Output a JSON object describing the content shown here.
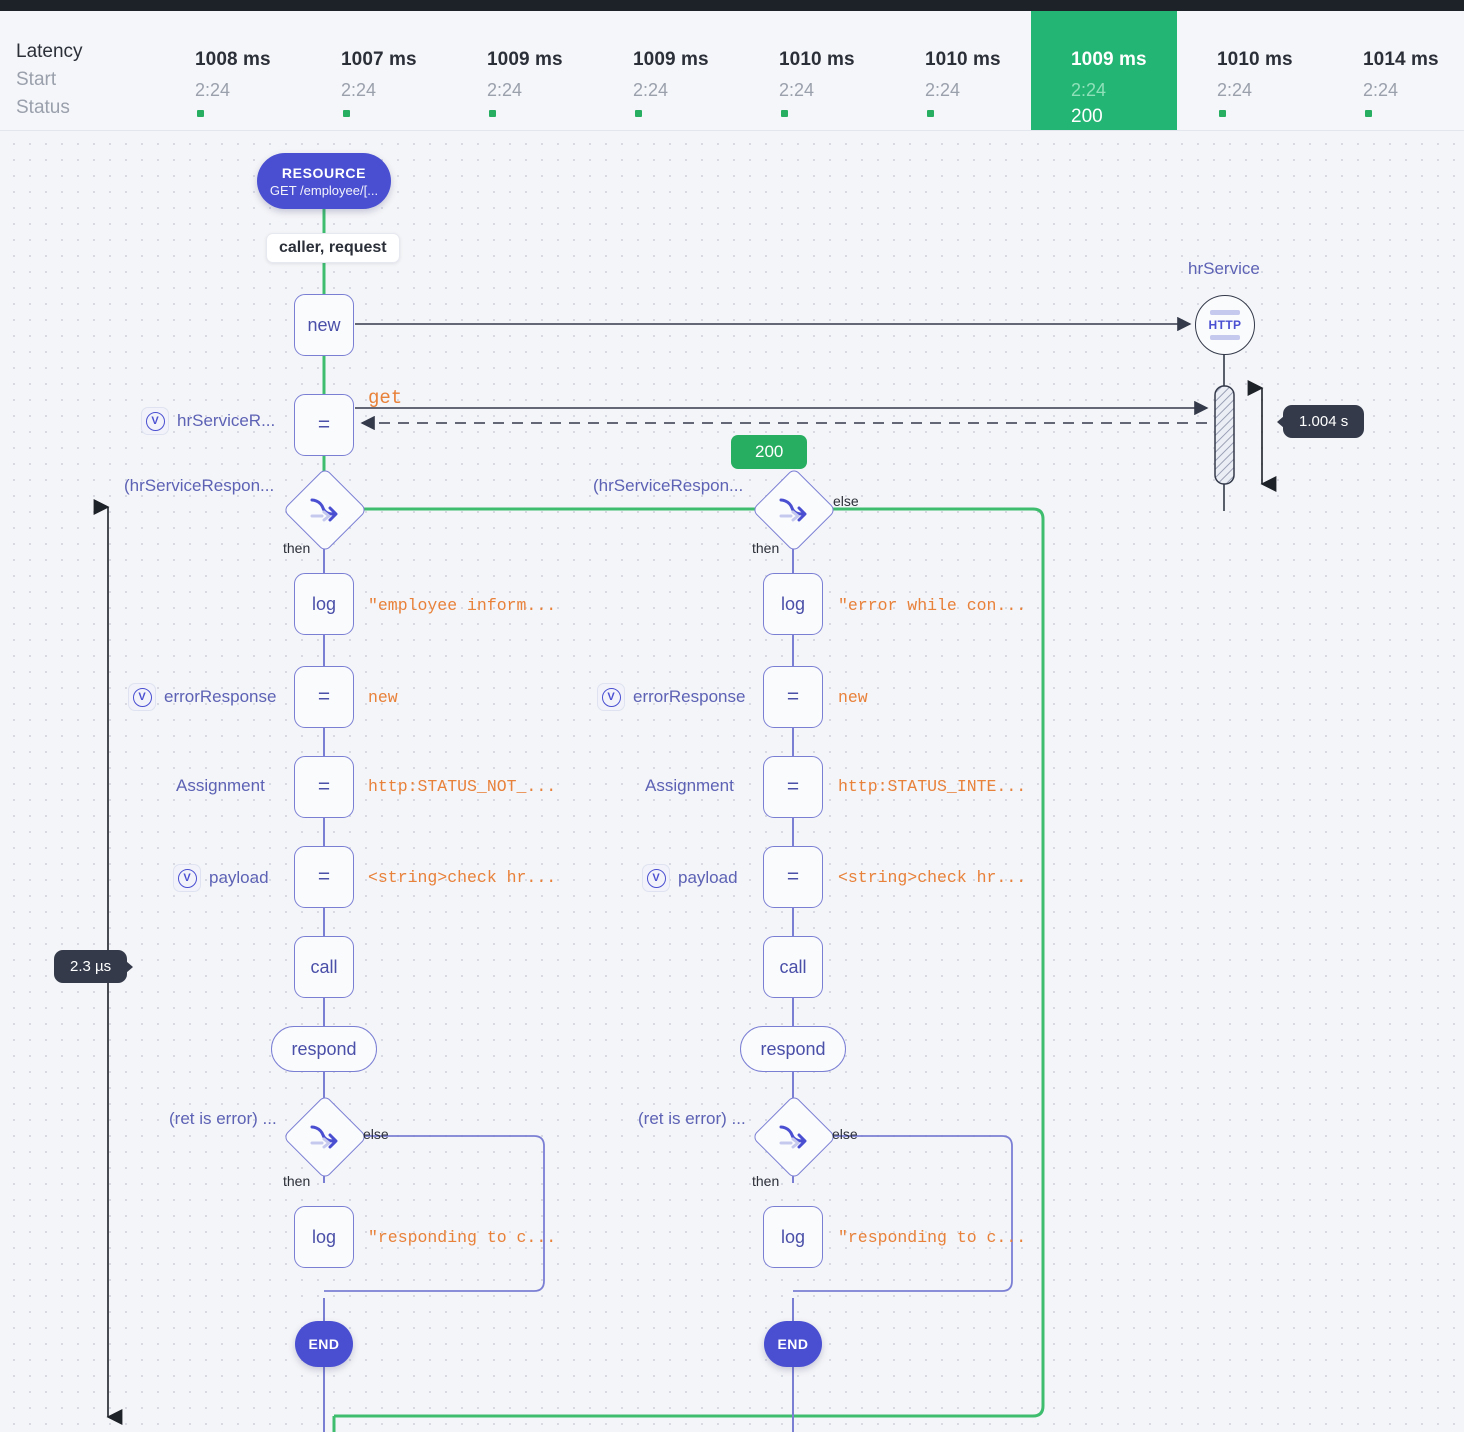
{
  "header": {
    "row_labels": [
      "Latency",
      "Start",
      "Status"
    ],
    "columns": [
      {
        "latency": "1008 ms",
        "start": "2:24",
        "status_dot": true,
        "selected": false
      },
      {
        "latency": "1007 ms",
        "start": "2:24",
        "status_dot": true,
        "selected": false
      },
      {
        "latency": "1009 ms",
        "start": "2:24",
        "status_dot": true,
        "selected": false
      },
      {
        "latency": "1009 ms",
        "start": "2:24",
        "status_dot": true,
        "selected": false
      },
      {
        "latency": "1010 ms",
        "start": "2:24",
        "status_dot": true,
        "selected": false
      },
      {
        "latency": "1010 ms",
        "start": "2:24",
        "status_dot": true,
        "selected": false
      },
      {
        "latency": "1009 ms",
        "start": "2:24",
        "status_code": "200",
        "selected": true
      },
      {
        "latency": "1010 ms",
        "start": "2:24",
        "status_dot": true,
        "selected": false
      },
      {
        "latency": "1014 ms",
        "start": "2:24",
        "status_dot": true,
        "selected": false
      }
    ],
    "selected_index": 6,
    "selected_color": "#22b573",
    "status_ok_color": "#27ae60"
  },
  "flow": {
    "resource": {
      "kind": "RESOURCE",
      "path": "GET /employee/[..."
    },
    "params_chip": "caller, request",
    "service": {
      "name": "hrService",
      "protocol": "HTTP"
    },
    "service_call_label": "get",
    "service_duration": "1.004 s",
    "response_badge": "200",
    "span_duration": "2.3 µs",
    "left_branch": {
      "condition": "(hrServiceRespon...",
      "then_label": "then",
      "else_label": "else"
    },
    "right_branch": {
      "condition": "(hrServiceRespon...",
      "then_label": "then",
      "else_label": "else"
    },
    "left_column": {
      "nodes": [
        {
          "type": "new",
          "label": "new"
        },
        {
          "type": "assign",
          "label": "=",
          "var": "hrServiceR...",
          "var_has_icon": true
        },
        {
          "type": "log",
          "label": "log",
          "code": "\"employee inform..."
        },
        {
          "type": "assign",
          "label": "=",
          "var": "errorResponse",
          "var_has_icon": true,
          "code": "new"
        },
        {
          "type": "assign",
          "label": "=",
          "var": "Assignment",
          "var_has_icon": false,
          "code": "http:STATUS_NOT_..."
        },
        {
          "type": "assign",
          "label": "=",
          "var": "payload",
          "var_has_icon": true,
          "code": "<string>check hr..."
        },
        {
          "type": "call",
          "label": "call"
        },
        {
          "type": "respond",
          "label": "respond"
        }
      ],
      "tail_branch": {
        "condition": "(ret is error) ...",
        "then_label": "then",
        "else_label": "else"
      },
      "tail_log": {
        "label": "log",
        "code": "\"responding to c..."
      },
      "end_label": "END"
    },
    "right_column": {
      "nodes": [
        {
          "type": "log",
          "label": "log",
          "code": "\"error while con..."
        },
        {
          "type": "assign",
          "label": "=",
          "var": "errorResponse",
          "var_has_icon": true,
          "code": "new"
        },
        {
          "type": "assign",
          "label": "=",
          "var": "Assignment",
          "var_has_icon": false,
          "code": "http:STATUS_INTE..."
        },
        {
          "type": "assign",
          "label": "=",
          "var": "payload",
          "var_has_icon": true,
          "code": "<string>check hr..."
        },
        {
          "type": "call",
          "label": "call"
        },
        {
          "type": "respond",
          "label": "respond"
        }
      ],
      "tail_branch": {
        "condition": "(ret is error) ...",
        "then_label": "then",
        "else_label": "else"
      },
      "tail_log": {
        "label": "log",
        "code": "\"responding to c..."
      },
      "end_label": "END"
    },
    "colors": {
      "active_path": "#3ebd6f",
      "node_stroke": "#7b7fd4",
      "accent": "#4a4fd1",
      "code": "#e8813a"
    }
  }
}
